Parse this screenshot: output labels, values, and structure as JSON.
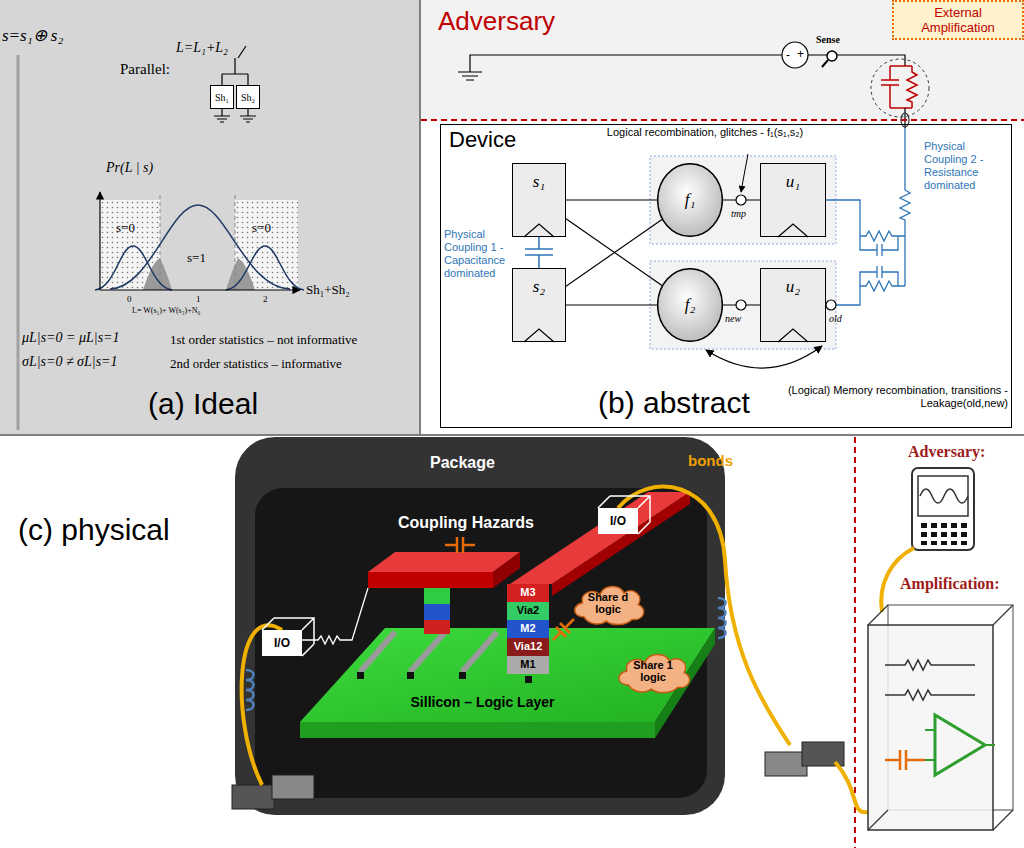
{
  "diagram": {
    "nodes": [
      {
        "text": [
          "(a) Ideal"
        ]
      },
      {
        "text": [
          "Sh₁"
        ],
        "in": 0
      },
      {
        "text": [
          "Sh₂"
        ],
        "in": 0
      },
      {
        "text": [
          "(b) abstract"
        ]
      },
      {
        "text": [
          "External Amplification"
        ],
        "in": 3
      },
      {
        "text": [
          "Device"
        ],
        "in": 3
      },
      {
        "text": [
          "s₁"
        ],
        "in": 5
      },
      {
        "text": [
          "s₂"
        ],
        "in": 5
      },
      {
        "text": [
          "f₁"
        ],
        "in": 5
      },
      {
        "text": [
          "u₁"
        ],
        "in": 5
      },
      {
        "text": [
          "f₂"
        ],
        "in": 5
      },
      {
        "text": [
          "u₂"
        ],
        "in": 5
      },
      {
        "text": [
          "(c) physical"
        ]
      },
      {
        "text": [
          "Package",
          "Coupling Hazards"
        ],
        "in": 12
      },
      {
        "text": [
          "I/O"
        ],
        "in": 13
      },
      {
        "text": [
          "I/O"
        ],
        "in": 13
      },
      {
        "text": [
          "Sillicon – Logic Layer"
        ],
        "in": 13
      },
      {
        "text": [
          "Share d logic"
        ],
        "in": 13
      },
      {
        "text": [
          "Share 1 logic"
        ],
        "in": 13
      }
    ],
    "edges": [
      {
        "from": 6,
        "to": 8,
        "arrow": "none"
      },
      {
        "from": 6,
        "to": 10,
        "arrow": "none"
      },
      {
        "from": 7,
        "to": 8,
        "arrow": "none"
      },
      {
        "from": 7,
        "to": 10,
        "arrow": "none"
      },
      {
        "from": 8,
        "to": 9,
        "arrow": "none"
      },
      {
        "from": 10,
        "to": 11,
        "arrow": "none"
      }
    ],
    "labels": [
      "s=s₁⊕ s₂",
      "Parallel:",
      "L=L₁+L₂",
      "Pr(L | s)",
      "s=0",
      "s=1",
      "s=0",
      "0",
      "1",
      "2",
      "L= W(s₁)+ W(s₂)+N₀",
      "Sh₁+Sh₂",
      "μL|s=0 = μL|s=1",
      "1st order statistics – not informative",
      "σL|s=0 ≠ σL|s=1",
      "2nd order statistics – informative",
      "Adversary",
      "-",
      "+",
      "Sense",
      "Logical recombination, glitches - f₁(s₁,s₂)",
      "tmp",
      "new",
      "old",
      "Physical Coupling 1 - Capacitance dominated",
      "Physical Coupling 2 - Resistance dominated",
      "(Logical) Memory recombination, transitions - Leakage(old,new)",
      "M3",
      "Via2",
      "M2",
      "Via12",
      "M1",
      "bonds",
      "Adversary:",
      "Amplification:"
    ]
  }
}
